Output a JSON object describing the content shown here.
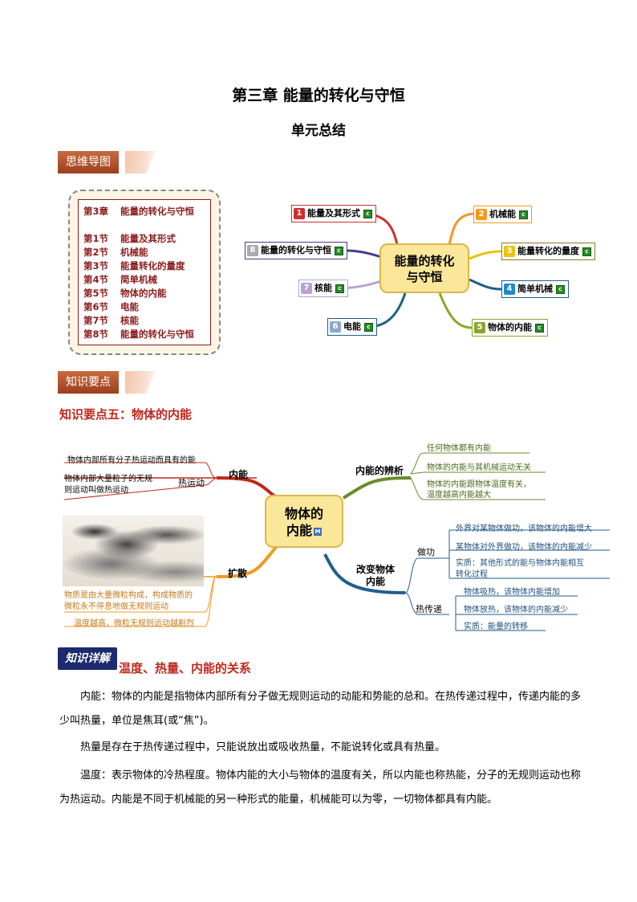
{
  "header": {
    "title": "第三章  能量的转化与守恒",
    "subtitle": "单元总结"
  },
  "section_mindmap": {
    "label": "思维导图"
  },
  "toc": {
    "chapter": {
      "num": "第3章",
      "name": "能量的转化与守恒"
    },
    "items": [
      {
        "num": "第1节",
        "name": "能量及其形式"
      },
      {
        "num": "第2节",
        "name": "机械能"
      },
      {
        "num": "第3节",
        "name": "能量转化的量度"
      },
      {
        "num": "第4节",
        "name": "简单机械"
      },
      {
        "num": "第5节",
        "name": "物体的内能"
      },
      {
        "num": "第6节",
        "name": "电能"
      },
      {
        "num": "第7节",
        "name": "核能"
      },
      {
        "num": "第8节",
        "name": "能量的转化与守恒"
      }
    ]
  },
  "mindmap1": {
    "center_line1": "能量的转化",
    "center_line2": "与守恒",
    "nodes": [
      {
        "num": "1",
        "label": "能量及其形式",
        "color": "#d12e2e"
      },
      {
        "num": "2",
        "label": "机械能",
        "color": "#f29a1e"
      },
      {
        "num": "3",
        "label": "能量转化的量度",
        "color": "#e8c40e"
      },
      {
        "num": "4",
        "label": "简单机械",
        "color": "#1f5f8b"
      },
      {
        "num": "5",
        "label": "物体的内能",
        "color": "#8aa62a"
      },
      {
        "num": "6",
        "label": "电能",
        "color": "#8da8c8"
      },
      {
        "num": "7",
        "label": "核能",
        "color": "#b7a3d1"
      },
      {
        "num": "8",
        "label": "能量的转化与守恒",
        "color": "#4b3a8a"
      }
    ],
    "marker": "c"
  },
  "section_knowledge": {
    "label": "知识要点"
  },
  "knowledge_point": {
    "title": "知识要点五：物体的内能"
  },
  "mindmap2": {
    "center_line1": "物体的",
    "center_line2": "内能",
    "center_marker": "M",
    "neineng": {
      "label": "内能",
      "def": "物体内部所有分子热运动而具有的能",
      "sub_label": "热运动",
      "sub_line1": "物体内部大量粒子的无规",
      "sub_line2": "则运动叫做热运动"
    },
    "kuosan": {
      "label": "扩散",
      "text1_line1": "物质是由大量微粒构成，构成物质的",
      "text1_line2": "微粒永不停息地做无规则运动",
      "text2": "温度越高，微粒无规则运动越剧烈"
    },
    "bianxi": {
      "label": "内能的辨析",
      "items": [
        "任何物体都有内能",
        "物体的内能与其机械运动无关",
        "物体的内能跟物体温度有关，",
        "温度越高内能越大"
      ]
    },
    "gaibian": {
      "label_line1": "改变物体",
      "label_line2": "内能",
      "zuogong": {
        "label": "做功",
        "items": [
          "外界对某物体做功，该物体的内能增大",
          "某物体对外界做功，该物体的内能减少",
          "实质：其他形式的能与物体内能相互",
          "转化过程"
        ]
      },
      "rechuandi": {
        "label": "热传递",
        "items": [
          "物体吸热，该物体内能增加",
          "物体放热，该物体的内能减少",
          "实质：能量的转移"
        ]
      }
    }
  },
  "detail": {
    "badge": "知识详解",
    "title": "温度、热量、内能的关系",
    "p1": "内能：物体的内能是指物体内部所有分子做无规则运动的动能和势能的总和。在热传递过程中，传递内能的多少叫热量，单位是焦耳(或“焦”)。",
    "p2": "热量是存在于热传递过程中，只能说放出或吸收热量，不能说转化或具有热量。",
    "p3": "温度：表示物体的冷热程度。物体内能的大小与物体的温度有关，所以内能也称热能，分子的无规则运动也称为热运动。内能是不同于机械能的另一种形式的能量，机械能可以为零，一切物体都具有内能。"
  }
}
